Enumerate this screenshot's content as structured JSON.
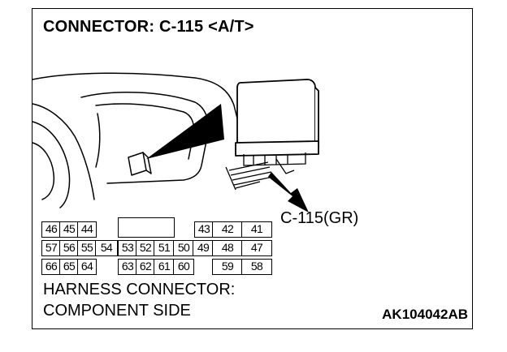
{
  "title": "CONNECTOR: C-115 <A/T>",
  "connector_label": "C-115(GR)",
  "pin_rows": [
    [
      "46",
      "45",
      "44",
      "",
      "",
      "",
      "",
      "",
      "",
      "43",
      "42",
      "41"
    ],
    [
      "57",
      "56",
      "55",
      "54",
      "53",
      "52",
      "51",
      "50",
      "49",
      "48",
      "47"
    ],
    [
      "66",
      "65",
      "64",
      "",
      "63",
      "62",
      "61",
      "60",
      "",
      "59",
      "58"
    ]
  ],
  "caption_line1": "HARNESS CONNECTOR:",
  "caption_line2": "COMPONENT SIDE",
  "diagram_code": "AK104042AB",
  "colors": {
    "line": "#000000",
    "background": "#ffffff"
  }
}
